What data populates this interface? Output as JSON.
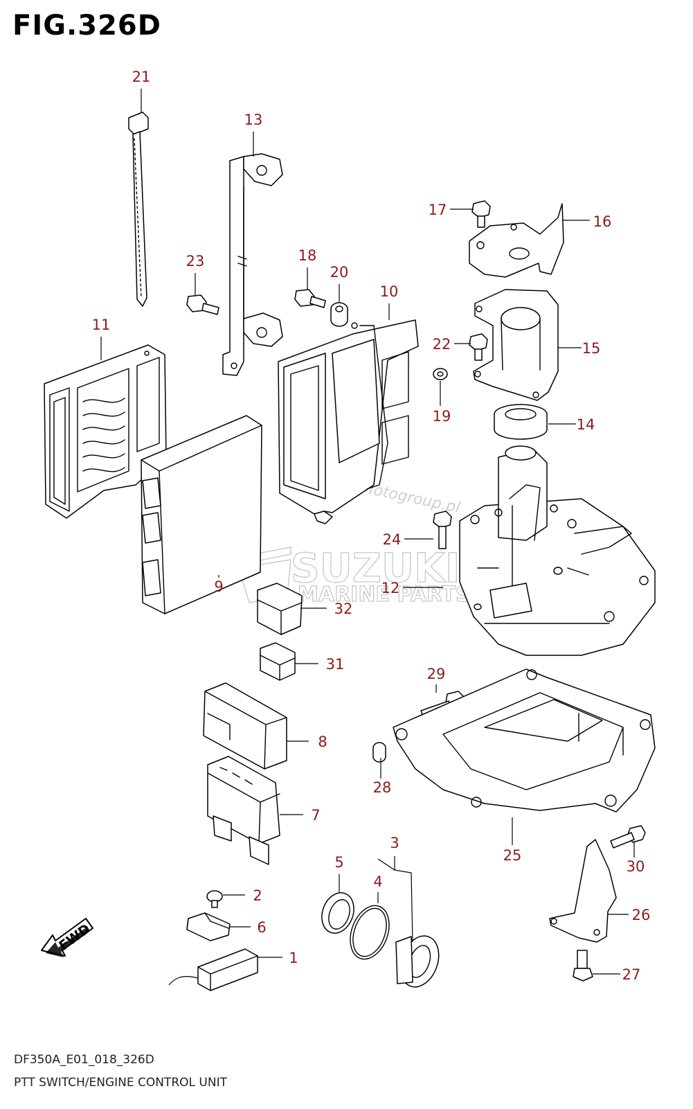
{
  "figure": {
    "title": "FIG.326D",
    "code": "DF350A_E01_018_326D",
    "caption": "PTT SWITCH/ENGINE CONTROL UNIT"
  },
  "direction_marker": "FWD",
  "watermarks": {
    "brand": "SUZUKI",
    "subtitle": "MARINE PARTS",
    "site": "Motogroup.pl"
  },
  "colors": {
    "label": "#8b1a1a",
    "line": "#000000",
    "watermark": "#9a9a9a"
  },
  "part_labels": [
    "21",
    "13",
    "23",
    "18",
    "20",
    "10",
    "11",
    "17",
    "16",
    "22",
    "15",
    "19",
    "14",
    "24",
    "12",
    "9",
    "32",
    "31",
    "29",
    "8",
    "28",
    "7",
    "25",
    "30",
    "3",
    "5",
    "4",
    "2",
    "26",
    "6",
    "1",
    "27"
  ]
}
